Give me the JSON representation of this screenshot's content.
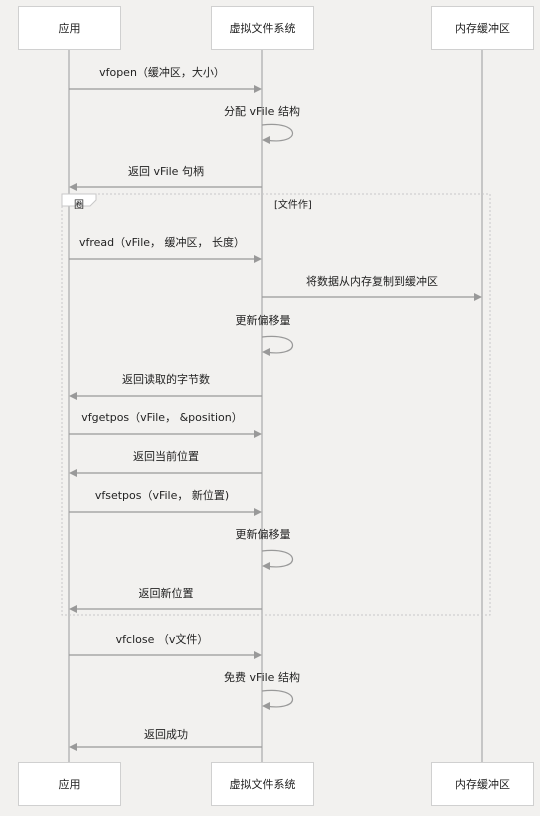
{
  "actors": [
    {
      "id": "app",
      "label": "应用"
    },
    {
      "id": "vfs",
      "label": "虚拟文件系统"
    },
    {
      "id": "buf",
      "label": "内存缓冲区"
    }
  ],
  "messages": [
    {
      "from": "app",
      "to": "vfs",
      "label": "vfopen（缓冲区，大小）",
      "style": "solid"
    },
    {
      "from": "vfs",
      "to": "vfs",
      "label": "分配 vFile 结构",
      "style": "solid"
    },
    {
      "from": "vfs",
      "to": "app",
      "label": "返回 vFile 句柄",
      "style": "solid"
    },
    {
      "from": "app",
      "to": "vfs",
      "label": "vfread（vFile， 缓冲区， 长度）",
      "style": "solid"
    },
    {
      "from": "vfs",
      "to": "buf",
      "label": "将数据从内存复制到缓冲区",
      "style": "solid"
    },
    {
      "from": "vfs",
      "to": "vfs",
      "label": "更新偏移量",
      "style": "solid"
    },
    {
      "from": "vfs",
      "to": "app",
      "label": "返回读取的字节数",
      "style": "solid"
    },
    {
      "from": "app",
      "to": "vfs",
      "label": "vfgetpos（vFile， &position）",
      "style": "solid"
    },
    {
      "from": "vfs",
      "to": "app",
      "label": "返回当前位置",
      "style": "solid"
    },
    {
      "from": "app",
      "to": "vfs",
      "label": "vfsetpos（vFile， 新位置)",
      "style": "solid"
    },
    {
      "from": "vfs",
      "to": "vfs",
      "label": "更新偏移量",
      "style": "solid"
    },
    {
      "from": "vfs",
      "to": "app",
      "label": "返回新位置",
      "style": "solid"
    },
    {
      "from": "app",
      "to": "vfs",
      "label": "vfclose （v文件）",
      "style": "solid"
    },
    {
      "from": "vfs",
      "to": "vfs",
      "label": "免费 vFile 结构",
      "style": "solid"
    },
    {
      "from": "vfs",
      "to": "app",
      "label": "返回成功",
      "style": "solid"
    }
  ],
  "loop": {
    "tag": "圈",
    "condition": "[文件作]"
  },
  "colors": {
    "line": "#b8b8b8",
    "arrow": "#999999",
    "background": "#f2f1ef",
    "box_border": "#d0d0d0"
  }
}
